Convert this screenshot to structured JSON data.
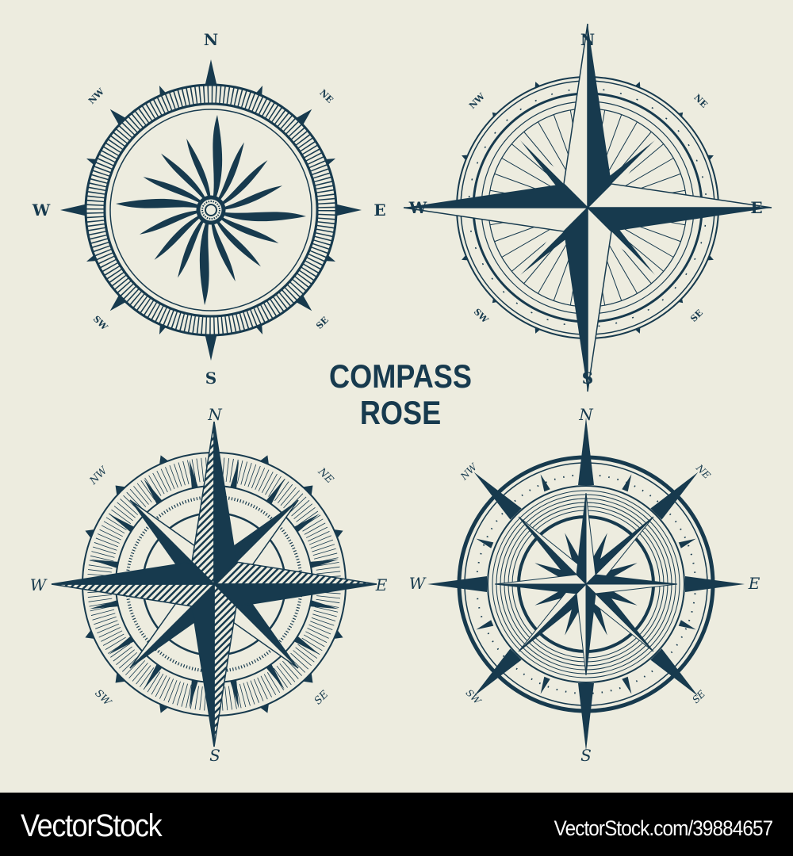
{
  "colors": {
    "background": "#edecdf",
    "ink": "#173a4e",
    "footer_bg": "#000000",
    "footer_text": "#ffffff"
  },
  "title": {
    "line1": "COMPASS",
    "line2": "ROSE"
  },
  "compasses": [
    {
      "id": "top-left",
      "style": "sun-swirl",
      "labels": {
        "n": "N",
        "ne": "NE",
        "e": "E",
        "se": "SE",
        "s": "S",
        "sw": "SW",
        "w": "W",
        "nw": "NW"
      }
    },
    {
      "id": "top-right",
      "style": "four-point-star",
      "labels": {
        "n": "N",
        "ne": "NE",
        "e": "E",
        "se": "SE",
        "s": "S",
        "sw": "SW",
        "w": "W",
        "nw": "NW"
      }
    },
    {
      "id": "bottom-left",
      "style": "eight-point-hatched",
      "labels": {
        "n": "N",
        "ne": "NE",
        "e": "E",
        "se": "SE",
        "s": "S",
        "sw": "SW",
        "w": "W",
        "nw": "NW"
      }
    },
    {
      "id": "bottom-right",
      "style": "sixteen-point-rings",
      "labels": {
        "n": "N",
        "ne": "NE",
        "e": "E",
        "se": "SE",
        "s": "S",
        "sw": "SW",
        "w": "W",
        "nw": "NW"
      }
    }
  ],
  "footer": {
    "brand": "VectorStock",
    "url": "VectorStock.com/39884657"
  }
}
